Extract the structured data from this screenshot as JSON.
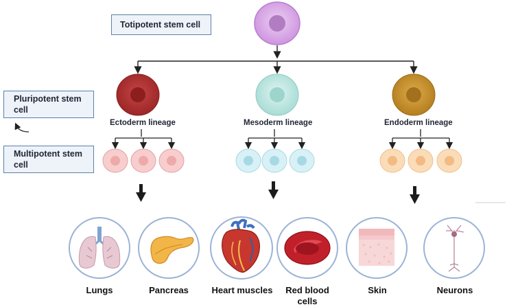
{
  "labels": {
    "totipotent": "Totipotent stem cell",
    "pluripotent": "Pluripotent stem cell",
    "multipotent": "Multipotent stem cell"
  },
  "lineages": [
    {
      "name": "Ectoderm lineage",
      "color": "#b93a3a"
    },
    {
      "name": "Mesoderm lineage",
      "color": "#c4e8e3"
    },
    {
      "name": "Endoderm lineage",
      "color": "#d39a35"
    }
  ],
  "outputs": [
    {
      "label": "Lungs",
      "icon": "lungs-icon"
    },
    {
      "label": "Pancreas",
      "icon": "pancreas-icon"
    },
    {
      "label": "Heart muscles",
      "icon": "heart-icon"
    },
    {
      "label": "Red blood cells",
      "icon": "red-blood-cell-icon"
    },
    {
      "label": "Skin",
      "icon": "skin-icon"
    },
    {
      "label": "Neurons",
      "icon": "neuron-icon"
    }
  ],
  "colors": {
    "totipotent_cell": "#dcaee8",
    "ecto_small": "#f5c7c7",
    "meso_small": "#cdeef3",
    "endo_small": "#f9d2a8",
    "box_border": "#5b7fa8"
  }
}
